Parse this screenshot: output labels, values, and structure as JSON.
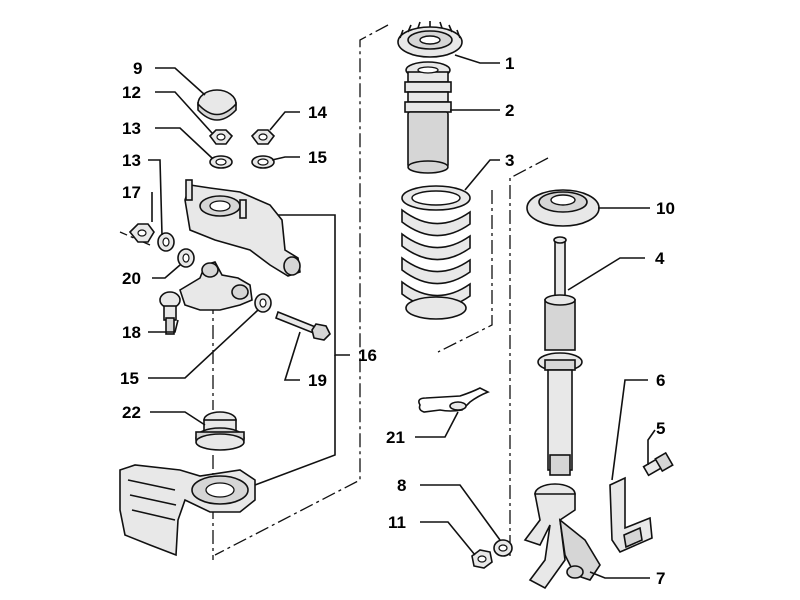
{
  "diagram": {
    "callouts": {
      "c1": "1",
      "c2": "2",
      "c3": "3",
      "c4": "4",
      "c5": "5",
      "c6": "6",
      "c7": "7",
      "c8": "8",
      "c9": "9",
      "c10": "10",
      "c11": "11",
      "c12": "12",
      "c13a": "13",
      "c13b": "13",
      "c14": "14",
      "c15a": "15",
      "c15b": "15",
      "c16": "16",
      "c17": "17",
      "c18": "18",
      "c19": "19",
      "c20": "20",
      "c21": "21",
      "c22": "22"
    },
    "colors": {
      "line": "#111111",
      "fill_light": "#e8e8e8",
      "fill_mid": "#d6d6d6",
      "background": "#ffffff"
    }
  }
}
